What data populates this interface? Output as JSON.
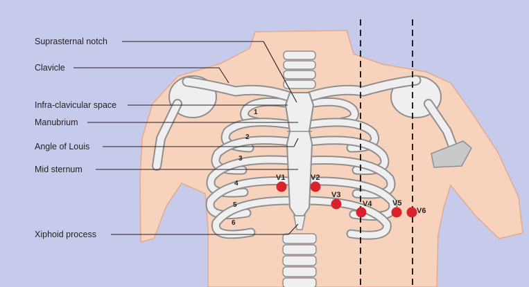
{
  "colors": {
    "background": "#c7cbeb",
    "skin": "#f7d2bd",
    "skin_outline": "#e3a98e",
    "bone": "#efefef",
    "bone_outline": "#8e8e8e",
    "electrode": "#d8222c",
    "text": "#231f20"
  },
  "labels": {
    "suprasternal_notch": "Suprasternal notch",
    "clavicle": "Clavicle",
    "infra_clavicular": "Infra-clavicular space",
    "manubrium": "Manubrium",
    "angle_of_louis": "Angle of Louis",
    "mid_sternum": "Mid sternum",
    "xiphoid": "Xiphoid process"
  },
  "rib_numbers": [
    "1",
    "2",
    "3",
    "4",
    "5",
    "6"
  ],
  "leads": [
    "V1",
    "V2",
    "V3",
    "V4",
    "V5",
    "V6"
  ]
}
